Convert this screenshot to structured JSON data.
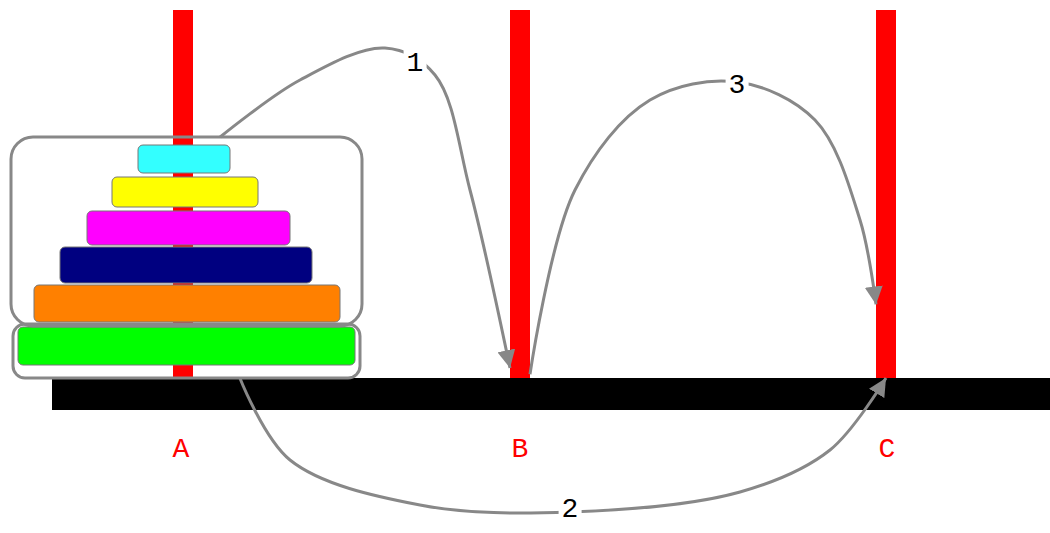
{
  "diagram": {
    "nodes": [
      {
        "text": [
          "A"
        ]
      },
      {
        "text": [
          "B"
        ]
      },
      {
        "text": [
          "C"
        ]
      }
    ],
    "edges": [
      {
        "from": 0,
        "to": 1,
        "arrow": "to",
        "label": "1"
      },
      {
        "from": 0,
        "to": 2,
        "arrow": "to",
        "label": "2"
      },
      {
        "from": 1,
        "to": 2,
        "arrow": "to",
        "label": "3"
      }
    ]
  }
}
